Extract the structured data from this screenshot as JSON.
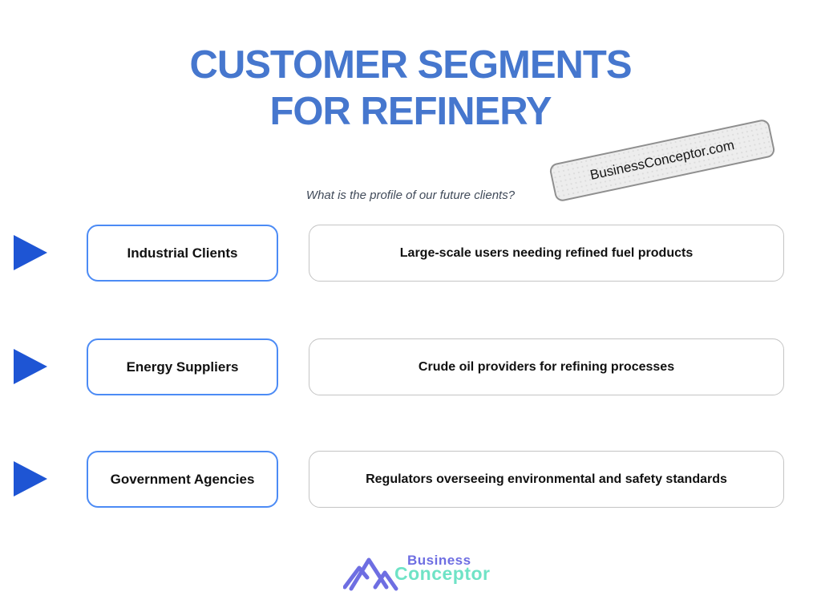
{
  "title": {
    "line1": "CUSTOMER SEGMENTS",
    "line2": "FOR REFINERY"
  },
  "subtitle": "What is the profile of our future clients?",
  "watermark": {
    "text": "BusinessConceptor.com"
  },
  "rows": [
    {
      "label": "Industrial Clients",
      "description": "Large-scale users needing refined fuel products"
    },
    {
      "label": "Energy Suppliers",
      "description": "Crude oil providers for refining processes"
    },
    {
      "label": "Government Agencies",
      "description": "Regulators overseeing environmental and safety standards"
    }
  ],
  "logo": {
    "word1": "Business",
    "word2": "Conceptor"
  },
  "icons": {
    "row_marker": "play-triangle-icon",
    "logo": "mountain-icon"
  },
  "colors": {
    "title_blue": "#4677CE",
    "triangle_blue": "#1E55D4",
    "label_border_blue": "#4C8BF5",
    "desc_border_gray": "#C4C4C4",
    "subtitle_gray": "#414B5A",
    "watermark_bg": "#EDEDED",
    "watermark_border": "#8F8F8F",
    "logo_purple": "#6E6EE2",
    "logo_teal": "#6FE3C6",
    "text_black": "#111111"
  }
}
